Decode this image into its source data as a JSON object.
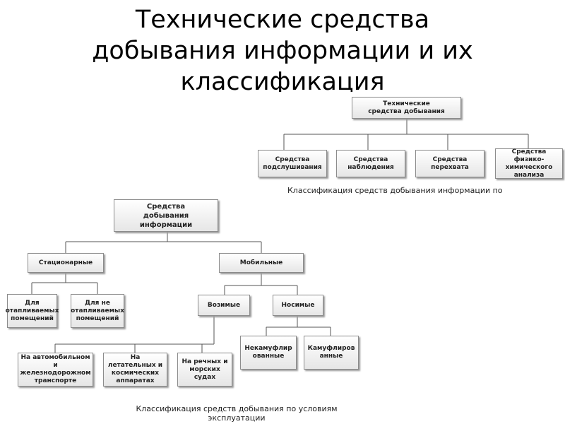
{
  "title": {
    "line1": "Технические средства",
    "line2": "добывания информации и их",
    "line3": "классификация"
  },
  "diagram1": {
    "root": "Технические средства добывания",
    "children": [
      "Средства подслушивания",
      "Средства наблюдения",
      "Средства перехвата",
      "Средства физико-химического анализа"
    ],
    "caption": "Классификация средств добывания информации по"
  },
  "diagram2": {
    "root": "Средства добывания информации",
    "stationary": "Стационарные",
    "mobile": "Мобильные",
    "heated": "Для отапливаемых помещений",
    "unheated": "Для не отапливаемых помещений",
    "carried": "Возимые",
    "wearable": "Носимые",
    "auto_rail": "На автомобильном и железнодорожном транспорте",
    "aircraft": "На летательных и космических аппаратах",
    "ships": "На речных и морских судах",
    "unmasked": "Некамуфлированные",
    "masked": "Камуфлированные",
    "caption_line1": "Классификация средств добывания по условиям",
    "caption_line2": "эксплуатации"
  }
}
